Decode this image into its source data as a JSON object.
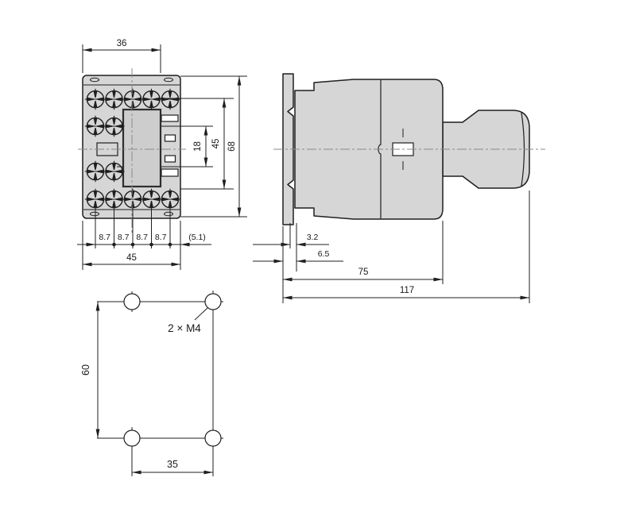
{
  "drawing": {
    "kind": "contactor dimension drawing",
    "units": "mm",
    "colors": {
      "line": "#1f1f1f",
      "body_fill": "#d6d6d6",
      "window_fill": "#cdcdcd",
      "centerline": "#8a8a8a",
      "background": "#ffffff"
    },
    "front_view": {
      "top_width": "36",
      "aux_row_spacing": "18",
      "row_span": "45",
      "height": "68",
      "terminal_pitch": [
        "8.7",
        "8.7",
        "8.7",
        "8.7"
      ],
      "edge_offset": "(5.1)",
      "overall_width": "45"
    },
    "side_view": {
      "rail_offset": "3.2",
      "base_depth": "6.5",
      "body_depth": "75",
      "overall_depth": "117"
    },
    "mounting": {
      "hole_vertical_spacing": "60",
      "hole_horizontal_spacing": "35",
      "screw_spec": "2 × M4"
    }
  }
}
